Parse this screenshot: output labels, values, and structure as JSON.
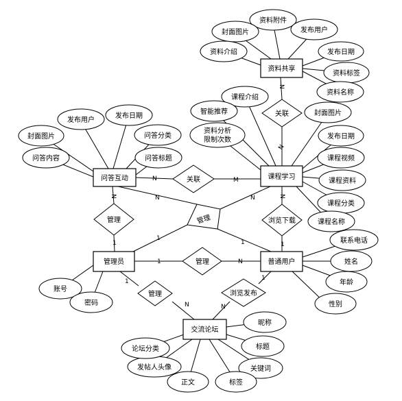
{
  "entities": {
    "resource_share": "资料共享",
    "course_study": "课程学习",
    "qa": "问答互动",
    "admin": "管理员",
    "user": "普通用户",
    "forum": "交流论坛"
  },
  "relations": {
    "rel_resource_course": "关联",
    "rel_qa_course": "关联",
    "rel_admin_qa": "管理",
    "rel_admin_course": "管理",
    "rel_admin_user": "管理",
    "rel_admin_forum": "管理",
    "rel_user_course": "浏览下载",
    "rel_user_forum": "浏览发布"
  },
  "attributes": {
    "res_attachment": "资料附件",
    "res_cover": "封面图片",
    "res_publisher": "发布用户",
    "res_intro": "资料介绍",
    "res_date": "发布日期",
    "res_tag": "资料标签",
    "res_name": "资料名称",
    "course_intro": "课程介绍",
    "course_recommend": "智能推荐",
    "course_cover": "封面图片",
    "course_analysis": "资料分析\n限制次数",
    "course_date": "发布日期",
    "course_video": "课程视频",
    "course_material": "课程资料",
    "course_category": "课程分类",
    "course_name": "课程名称",
    "qa_publisher": "发布用户",
    "qa_date": "发布日期",
    "qa_cover": "封面图片",
    "qa_category": "问答分类",
    "qa_content": "问答内容",
    "qa_title": "问答标题",
    "user_phone": "联系电话",
    "user_name": "姓名",
    "user_age": "年龄",
    "user_gender": "性别",
    "admin_account": "账号",
    "admin_password": "密码",
    "forum_nickname": "昵称",
    "forum_title": "标题",
    "forum_keyword": "关键词",
    "forum_tag": "标签",
    "forum_body": "正文",
    "forum_avatar": "发帖人头像",
    "forum_category": "论坛分类"
  },
  "cardinalities": {
    "one": "1",
    "n": "N",
    "m": "M"
  }
}
